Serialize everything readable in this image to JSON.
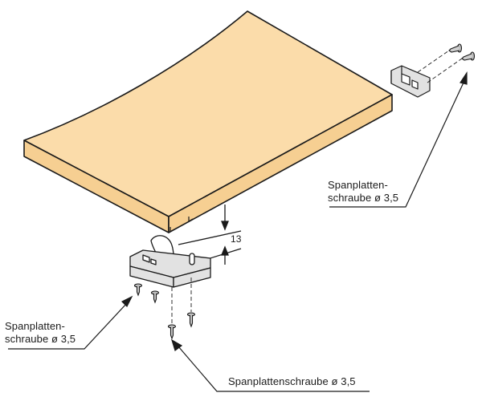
{
  "labels": {
    "right_line1": "Spanplatten-",
    "right_line2": "schraube ø 3,5",
    "left_line1": "Spanplatten-",
    "left_line2": "schraube ø 3,5",
    "bottom": "Spanplattenschraube ø 3,5",
    "dimension": "13"
  },
  "colors": {
    "wood_top": "#fbdcaa",
    "wood_edge": "#f6cf92",
    "outline": "#1a1a1a",
    "bracket": "#e2e2e2"
  }
}
